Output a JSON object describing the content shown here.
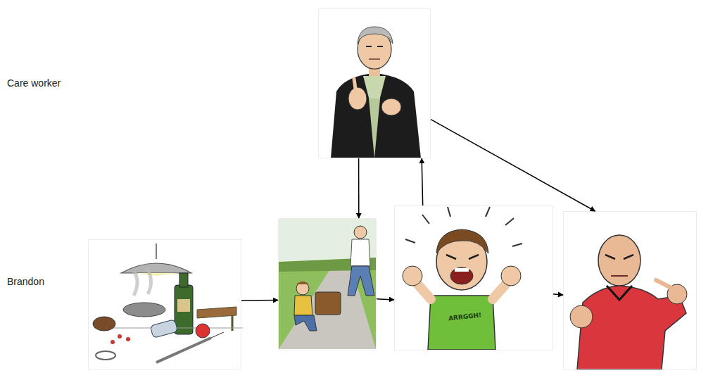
{
  "diagram": {
    "nodes": [
      {
        "text": []
      },
      {
        "text": []
      },
      {
        "text": []
      },
      {
        "text": [
          "ARRGGH!"
        ]
      },
      {
        "text": []
      }
    ],
    "edges": [
      {
        "from": 1,
        "to": 2,
        "arrow": "to"
      },
      {
        "from": 2,
        "to": 3,
        "arrow": "to"
      },
      {
        "from": 3,
        "to": 4,
        "arrow": "to"
      },
      {
        "from": 0,
        "to": 2,
        "arrow": "to"
      },
      {
        "from": 3,
        "to": 0,
        "arrow": "to"
      },
      {
        "from": 0,
        "to": 4,
        "arrow": "to"
      }
    ],
    "labels": [
      "Care worker",
      "Brandon"
    ]
  }
}
